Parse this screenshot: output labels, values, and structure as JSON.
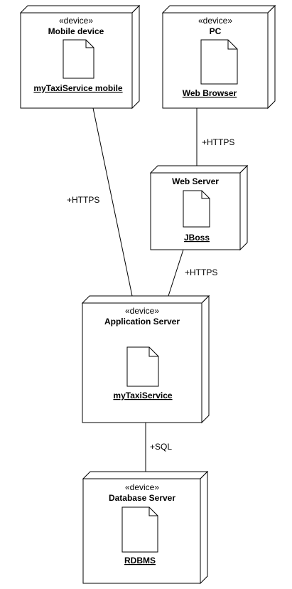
{
  "nodes": {
    "mobile": {
      "stereotype": "«device»",
      "name": "Mobile device",
      "artifact": "myTaxiService mobile"
    },
    "pc": {
      "stereotype": "«device»",
      "name": "PC",
      "artifact": "Web Browser"
    },
    "web_server": {
      "name": "Web Server",
      "artifact": "JBoss"
    },
    "app_server": {
      "stereotype": "«device»",
      "name": "Application Server",
      "artifact": "myTaxiService"
    },
    "db_server": {
      "stereotype": "«device»",
      "name": "Database Server",
      "artifact": "RDBMS"
    }
  },
  "connections": {
    "mobile_app": "+HTTPS",
    "pc_web": "+HTTPS",
    "web_app": "+HTTPS",
    "app_db": "+SQL"
  }
}
